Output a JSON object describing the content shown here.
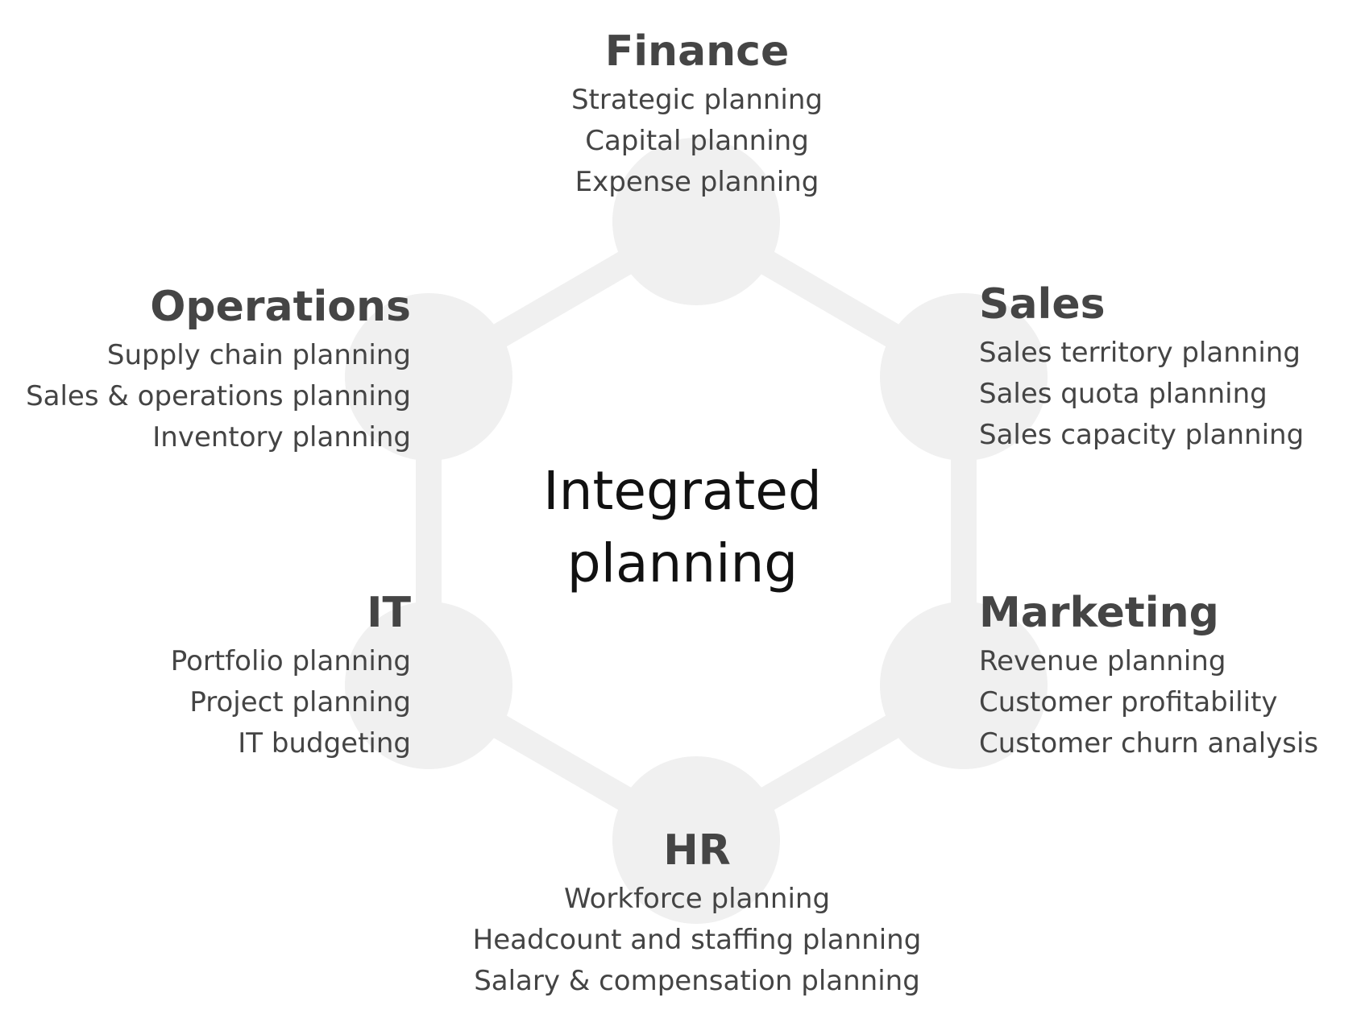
{
  "colors": {
    "hexagon": "#f0f0f0",
    "title_text": "#454545",
    "item_text": "#444444",
    "center_text": "#111111"
  },
  "center": {
    "line1": "Integrated",
    "line2": "planning"
  },
  "departments": {
    "finance": {
      "title": "Finance",
      "items": [
        "Strategic planning",
        "Capital planning",
        "Expense planning"
      ]
    },
    "operations": {
      "title": "Operations",
      "items": [
        "Supply chain planning",
        "Sales & operations planning",
        "Inventory planning"
      ]
    },
    "sales": {
      "title": "Sales",
      "items": [
        "Sales territory planning",
        "Sales quota planning",
        "Sales capacity planning"
      ]
    },
    "it": {
      "title": "IT",
      "items": [
        "Portfolio planning",
        "Project planning",
        "IT budgeting"
      ]
    },
    "marketing": {
      "title": "Marketing",
      "items": [
        "Revenue planning",
        "Customer profitability",
        "Customer churn analysis"
      ]
    },
    "hr": {
      "title": "HR",
      "items": [
        "Workforce planning",
        "Headcount and staffing planning",
        "Salary & compensation planning"
      ]
    }
  }
}
